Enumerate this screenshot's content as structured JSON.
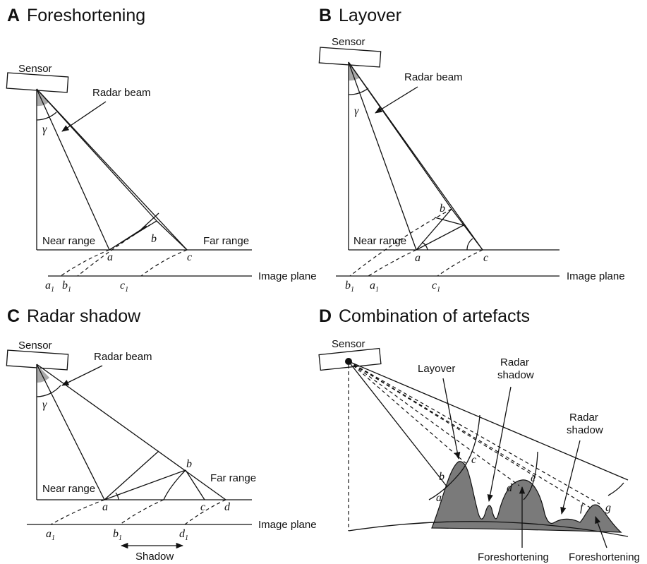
{
  "colors": {
    "line": "#111111",
    "terrain": "#7a7a7a",
    "angle_fill": "#a9a9a9"
  },
  "panels": {
    "a": {
      "letter": "A",
      "title": "Foreshortening",
      "sensor": "Sensor",
      "beam": "Radar beam",
      "gamma": "γ",
      "near": "Near range",
      "far": "Far range",
      "image_plane": "Image plane",
      "pts": {
        "a": "a",
        "b": "b",
        "c": "c"
      },
      "img_pts": [
        {
          "base": "a",
          "sub": "1"
        },
        {
          "base": "b",
          "sub": "1"
        },
        {
          "base": "c",
          "sub": "1"
        }
      ]
    },
    "b": {
      "letter": "B",
      "title": "Layover",
      "sensor": "Sensor",
      "beam": "Radar beam",
      "gamma": "γ",
      "near": "Near range",
      "image_plane": "Image plane",
      "pts": {
        "a": "a",
        "b": "b",
        "c": "c"
      },
      "img_pts": [
        {
          "base": "b",
          "sub": "1"
        },
        {
          "base": "a",
          "sub": "1"
        },
        {
          "base": "c",
          "sub": "1"
        }
      ]
    },
    "c": {
      "letter": "C",
      "title": "Radar shadow",
      "sensor": "Sensor",
      "beam": "Radar beam",
      "gamma": "γ",
      "near": "Near range",
      "far": "Far range",
      "image_plane": "Image plane",
      "shadow": "Shadow",
      "pts": {
        "a": "a",
        "b": "b",
        "c": "c",
        "d": "d"
      },
      "img_pts": [
        {
          "base": "a",
          "sub": "1"
        },
        {
          "base": "b",
          "sub": "1"
        },
        {
          "base": "d",
          "sub": "1"
        }
      ]
    },
    "d": {
      "letter": "D",
      "title": "Combination of artefacts",
      "sensor": "Sensor",
      "layover": "Layover",
      "shadow1": [
        "Radar",
        "shadow"
      ],
      "shadow2": [
        "Radar",
        "shadow"
      ],
      "fore1": "Foreshortening",
      "fore2": "Foreshortening",
      "pts": {
        "a": "a",
        "b": "b",
        "c": "c",
        "d": "d",
        "e": "e",
        "f": "f",
        "g": "g"
      }
    }
  }
}
